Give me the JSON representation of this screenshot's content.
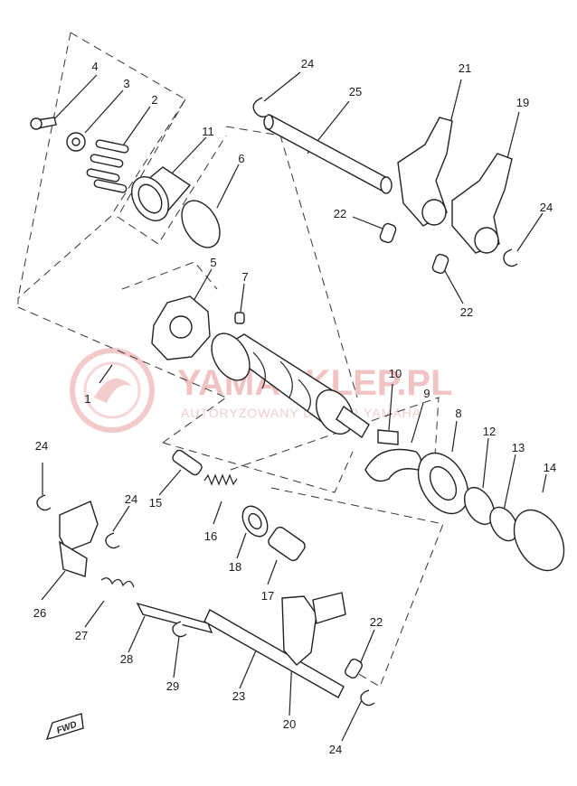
{
  "watermark": {
    "main_text": "YAMASKLEP.PL",
    "sub_text": "AUTORYZOWANY DEALER YAMAHA"
  },
  "fwd_mark": "FWD",
  "callouts": [
    {
      "id": "c1",
      "text": "1"
    },
    {
      "id": "c2",
      "text": "2"
    },
    {
      "id": "c3",
      "text": "3"
    },
    {
      "id": "c4",
      "text": "4"
    },
    {
      "id": "c5",
      "text": "5"
    },
    {
      "id": "c6",
      "text": "6"
    },
    {
      "id": "c7",
      "text": "7"
    },
    {
      "id": "c8",
      "text": "8"
    },
    {
      "id": "c9",
      "text": "9"
    },
    {
      "id": "c10",
      "text": "10"
    },
    {
      "id": "c11",
      "text": "11"
    },
    {
      "id": "c12",
      "text": "12"
    },
    {
      "id": "c13",
      "text": "13"
    },
    {
      "id": "c14",
      "text": "14"
    },
    {
      "id": "c15",
      "text": "15"
    },
    {
      "id": "c16",
      "text": "16"
    },
    {
      "id": "c17",
      "text": "17"
    },
    {
      "id": "c18",
      "text": "18"
    },
    {
      "id": "c19",
      "text": "19"
    },
    {
      "id": "c20",
      "text": "20"
    },
    {
      "id": "c21",
      "text": "21"
    },
    {
      "id": "c22a",
      "text": "22"
    },
    {
      "id": "c22b",
      "text": "22"
    },
    {
      "id": "c22c",
      "text": "22"
    },
    {
      "id": "c23",
      "text": "23"
    },
    {
      "id": "c24a",
      "text": "24"
    },
    {
      "id": "c24b",
      "text": "24"
    },
    {
      "id": "c24c",
      "text": "24"
    },
    {
      "id": "c24d",
      "text": "24"
    },
    {
      "id": "c24e",
      "text": "24"
    },
    {
      "id": "c25",
      "text": "25"
    },
    {
      "id": "c26",
      "text": "26"
    },
    {
      "id": "c27",
      "text": "27"
    },
    {
      "id": "c28",
      "text": "28"
    },
    {
      "id": "c29",
      "text": "29"
    }
  ]
}
